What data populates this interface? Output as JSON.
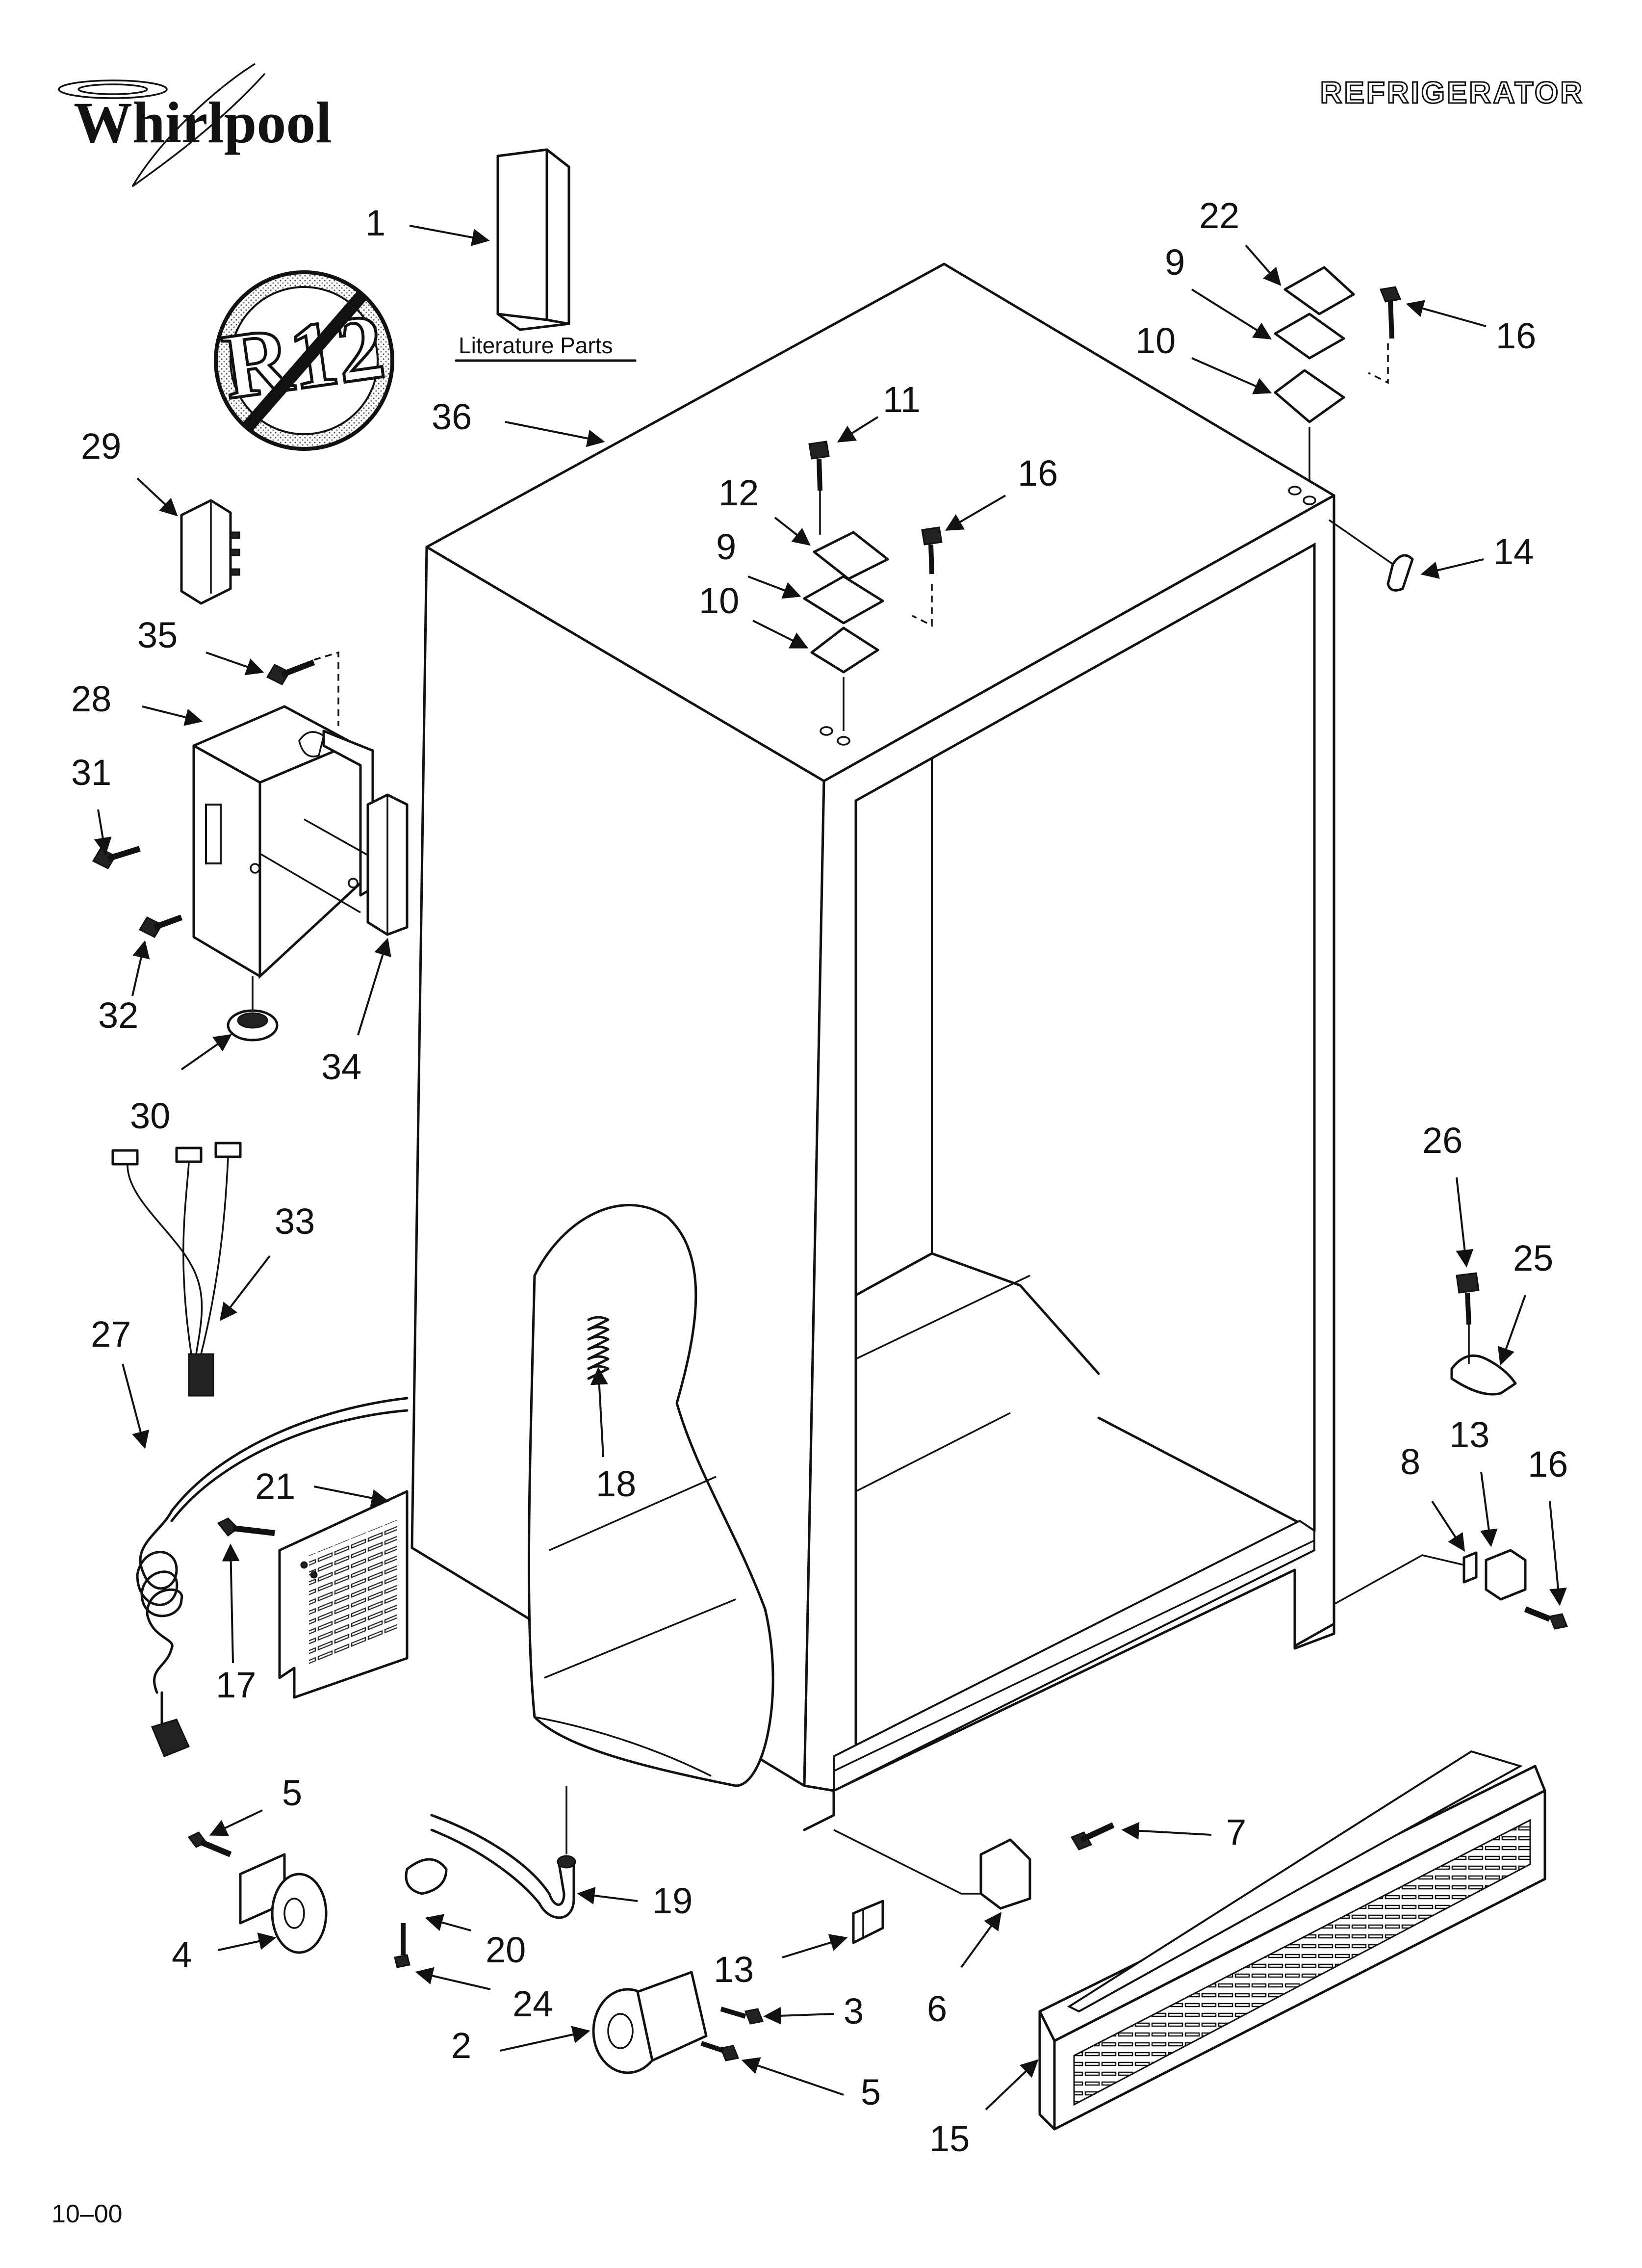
{
  "header": {
    "brand": "Whirlpool",
    "category": "REFRIGERATOR"
  },
  "literature_caption": "Literature Parts",
  "r12_symbol_text": "R12",
  "footer": {
    "date_code": "10–00"
  },
  "callouts": [
    "1",
    "22",
    "9",
    "16",
    "10",
    "11",
    "36",
    "29",
    "12",
    "16",
    "14",
    "9",
    "10",
    "35",
    "28",
    "31",
    "34",
    "32",
    "30",
    "26",
    "33",
    "25",
    "27",
    "13",
    "8",
    "16",
    "21",
    "18",
    "17",
    "5",
    "7",
    "19",
    "20",
    "4",
    "13",
    "24",
    "3",
    "6",
    "2",
    "5",
    "15"
  ]
}
